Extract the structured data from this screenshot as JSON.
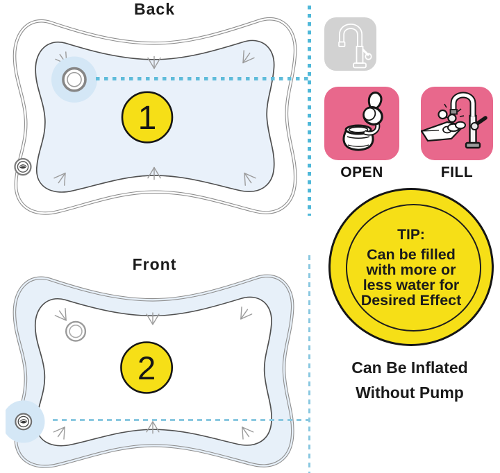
{
  "back": {
    "title": "Back",
    "number": "1"
  },
  "front": {
    "title": "Front",
    "number": "2"
  },
  "steps": {
    "open_label": "OPEN",
    "fill_label": "FILL"
  },
  "tip": {
    "title": "TIP:",
    "lines": [
      "Can be filled",
      "with more or",
      "less water for",
      "Desired Effect"
    ]
  },
  "note": {
    "lines": [
      "Can Be Inflated",
      "Without Pump"
    ]
  },
  "icons": {
    "faucet": "faucet-icon",
    "open": "open-valve-cap-icon",
    "fill": "fill-under-faucet-icon",
    "valve": "water-valve-icon",
    "air_valve": "air-valve-icon"
  },
  "colors": {
    "accent_pink": "#e8688c",
    "accent_yellow": "#f6df17",
    "water_blue": "#e9f1fa",
    "highlight_blue": "#d4e7f6",
    "dash_blue": "#5fbcda",
    "dash_blue_light": "#8ac8e0",
    "card_gray": "#d2d2d2"
  }
}
